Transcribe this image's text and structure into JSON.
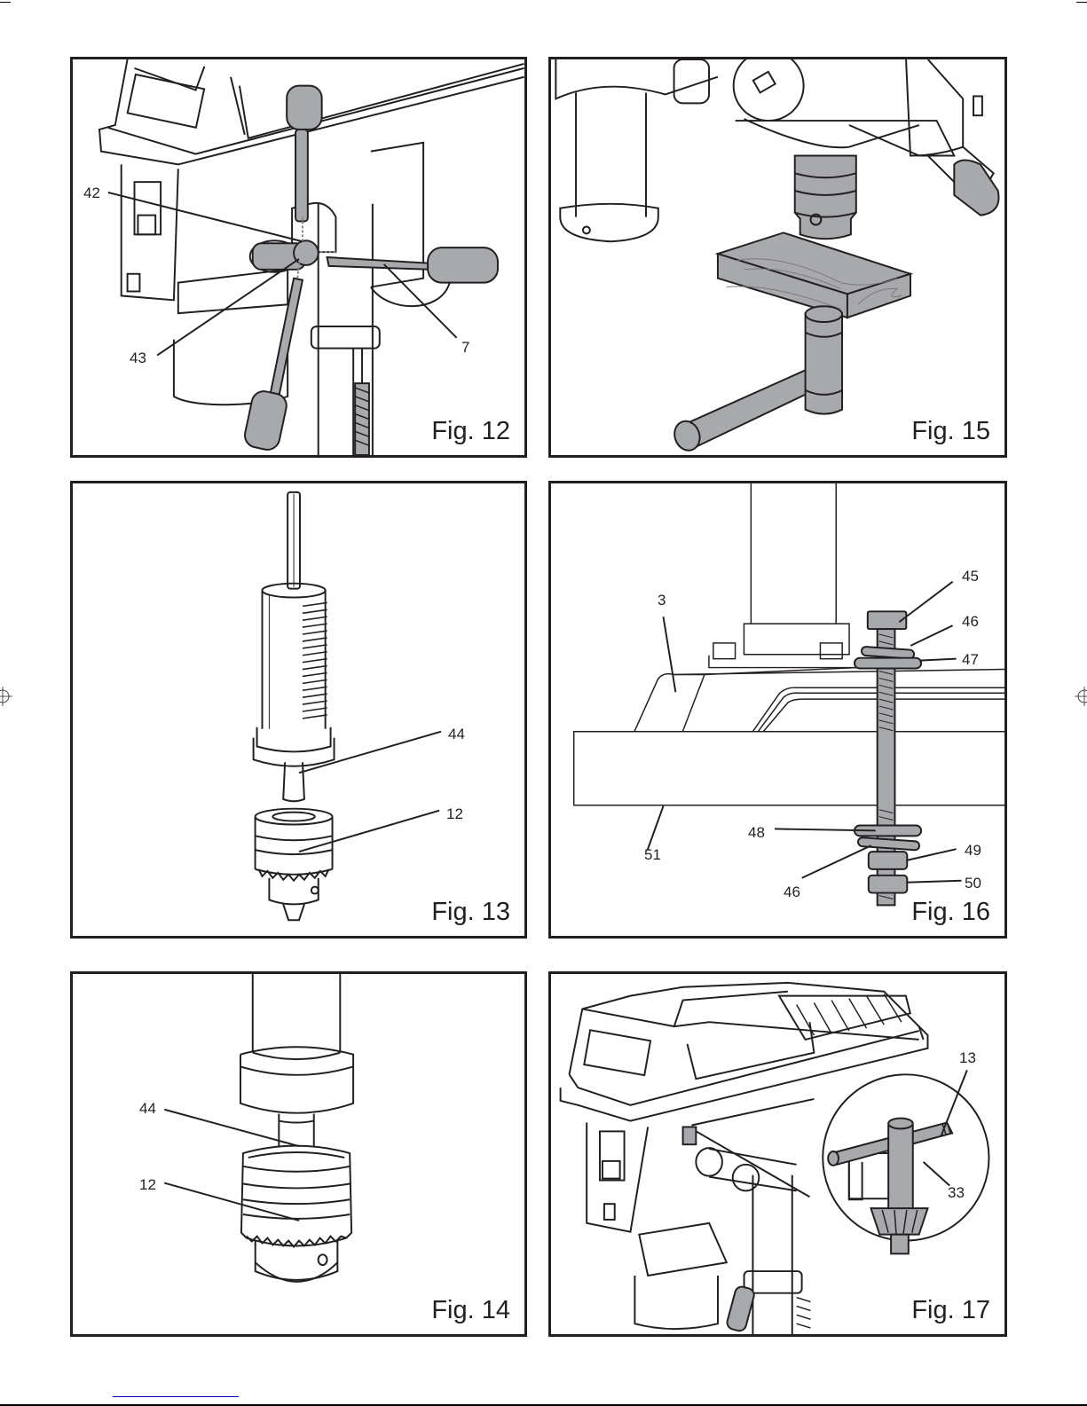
{
  "page": {
    "background": "#ffffff",
    "ink_color": "#231f20",
    "fill_gray": "#a7a9ac",
    "link_color": "#0000cc"
  },
  "figures": [
    {
      "id": "fig12",
      "label": "Fig. 12",
      "subject": "Drill press head with three feed handles being screwed into hub",
      "callouts": [
        "42",
        "43",
        "7"
      ]
    },
    {
      "id": "fig15",
      "label": "Fig. 15",
      "subject": "Chuck above wooden block with mallet below",
      "callouts": []
    },
    {
      "id": "fig13",
      "label": "Fig. 13",
      "subject": "Spindle with spring and arbor separated from chuck",
      "callouts": [
        "44",
        "12"
      ]
    },
    {
      "id": "fig16",
      "label": "Fig. 16",
      "subject": "Base bolted to workbench with bolt, washers and nuts",
      "callouts": [
        "45",
        "46",
        "47",
        "3",
        "48",
        "51",
        "49",
        "46",
        "50"
      ]
    },
    {
      "id": "fig14",
      "label": "Fig. 14",
      "subject": "Arbor inserted into chuck on spindle",
      "callouts": [
        "44",
        "12"
      ]
    },
    {
      "id": "fig17",
      "label": "Fig. 17",
      "subject": "Drill press with chuck key stored in holder (detail circle)",
      "callouts": [
        "13",
        "33"
      ]
    }
  ]
}
